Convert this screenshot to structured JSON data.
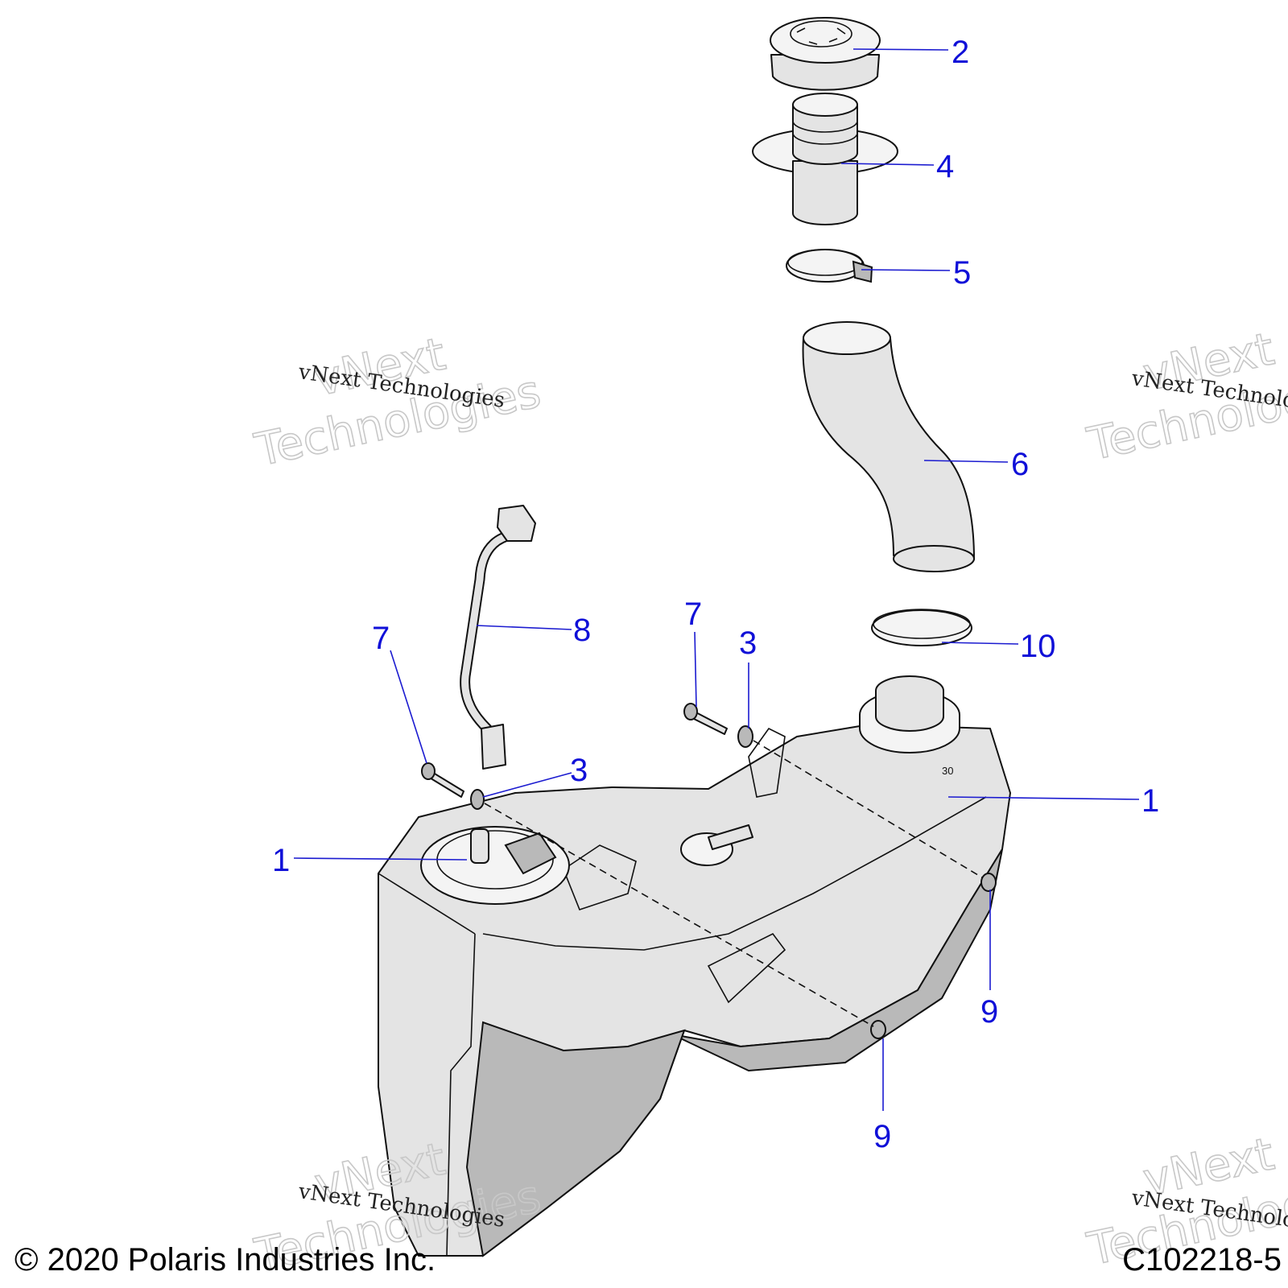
{
  "callouts": {
    "cap": "2",
    "filler_neck": "4",
    "hose_clamp": "5",
    "filler_hose": "6",
    "bolt_right": "7",
    "bolt_left": "7",
    "washer_right": "3",
    "washer_left": "3",
    "vent_line": "8",
    "clamp_lower": "10",
    "tank_right": "1",
    "tank_left": "1",
    "nut_right": "9",
    "nut_lower": "9"
  },
  "watermark": {
    "line1": "vNext",
    "line2": "Technologies",
    "small": "vNext Technologies"
  },
  "footer": {
    "copyright": "© 2020 Polaris Industries Inc.",
    "drawing_number": "C102218-5"
  }
}
